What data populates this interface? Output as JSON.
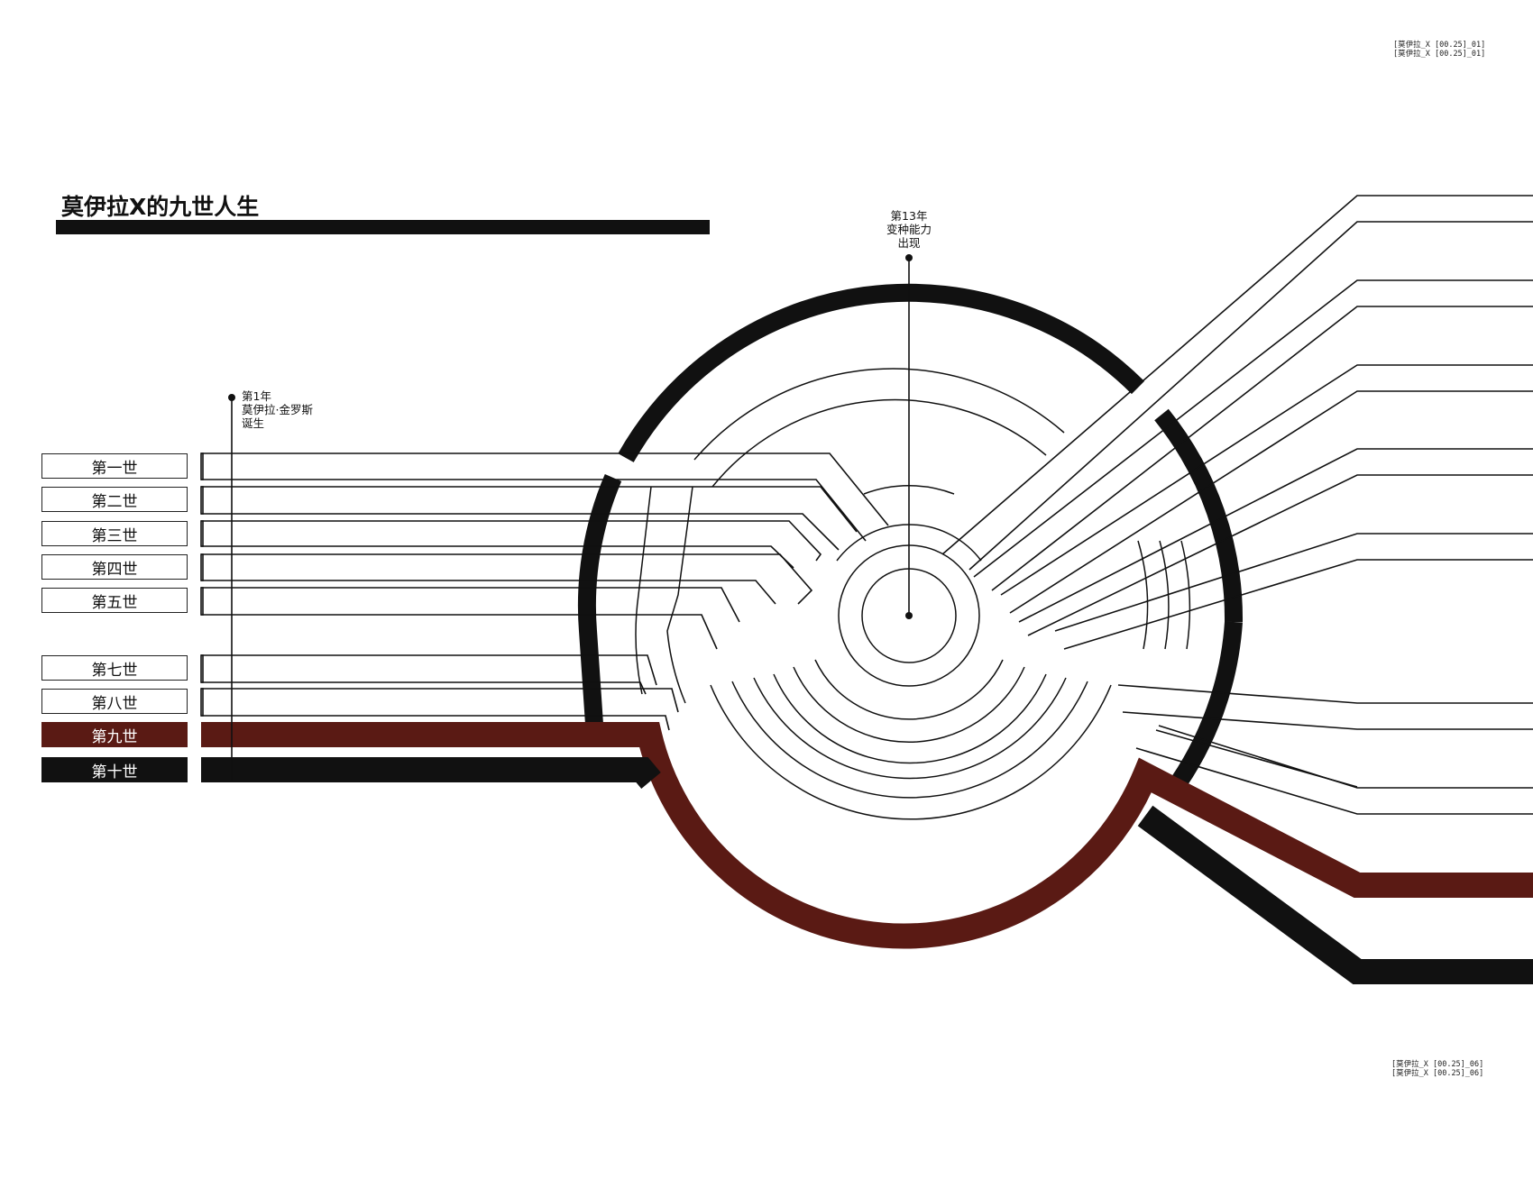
{
  "title": "莫伊拉X的九世人生",
  "lives": [
    {
      "label": "第一世",
      "style": "outline"
    },
    {
      "label": "第二世",
      "style": "outline"
    },
    {
      "label": "第三世",
      "style": "outline"
    },
    {
      "label": "第四世",
      "style": "outline"
    },
    {
      "label": "第五世",
      "style": "outline"
    },
    {
      "label": "第七世",
      "style": "outline"
    },
    {
      "label": "第八世",
      "style": "outline"
    },
    {
      "label": "第九世",
      "style": "filled",
      "color": "#5a1a14"
    },
    {
      "label": "第十世",
      "style": "filled",
      "color": "#111111"
    }
  ],
  "annotations": {
    "birth": {
      "line1": "第1年",
      "line2": "莫伊拉·金罗斯",
      "line3": "诞生"
    },
    "mutant": {
      "line1": "第13年",
      "line2": "变种能力",
      "line3": "出现"
    }
  },
  "corner_codes": {
    "top": [
      "[莫伊拉_X [00.25]_01]",
      "[莫伊拉_X [00.25]_01]"
    ],
    "bottom": [
      "[莫伊拉_X [00.25]_06]",
      "[莫伊拉_X [00.25]_06]"
    ]
  },
  "colors": {
    "ink": "#111111",
    "maroon": "#5a1a14"
  }
}
